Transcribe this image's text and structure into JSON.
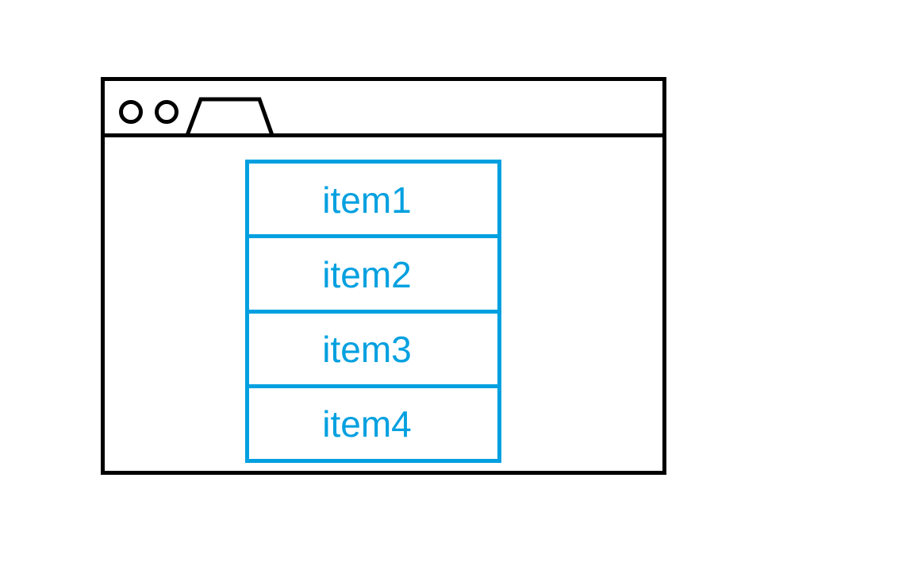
{
  "diagram": {
    "kind": "browser-window-list-wireframe",
    "colors": {
      "frame": "#000000",
      "accent": "#00A0E0",
      "background": "#FFFFFF"
    }
  },
  "window": {
    "titlebar": {
      "dots": [
        {
          "name": "window-dot-1"
        },
        {
          "name": "window-dot-2"
        }
      ],
      "tab": {
        "label": ""
      }
    }
  },
  "list": {
    "items": [
      {
        "label": "item1"
      },
      {
        "label": "item2"
      },
      {
        "label": "item3"
      },
      {
        "label": "item4"
      }
    ]
  }
}
